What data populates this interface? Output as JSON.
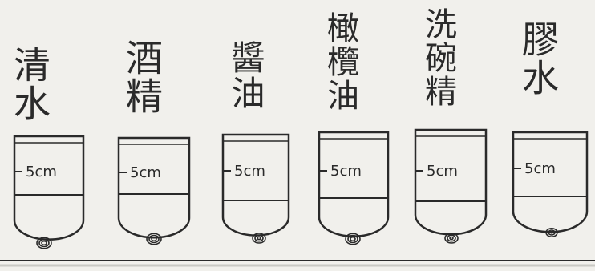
{
  "colors": {
    "paper": "#f1f0ec",
    "ink": "#2a2a2a",
    "shadow": "#c9c9c4"
  },
  "tubes": [
    {
      "label": "清水",
      "level_text": "5cm"
    },
    {
      "label": "酒精",
      "level_text": "5cm"
    },
    {
      "label": "醬油",
      "level_text": "5cm"
    },
    {
      "label": "橄欖油",
      "level_text": "5cm"
    },
    {
      "label": "洗碗精",
      "level_text": "5cm"
    },
    {
      "label": "膠水",
      "level_text": "5cm"
    }
  ]
}
